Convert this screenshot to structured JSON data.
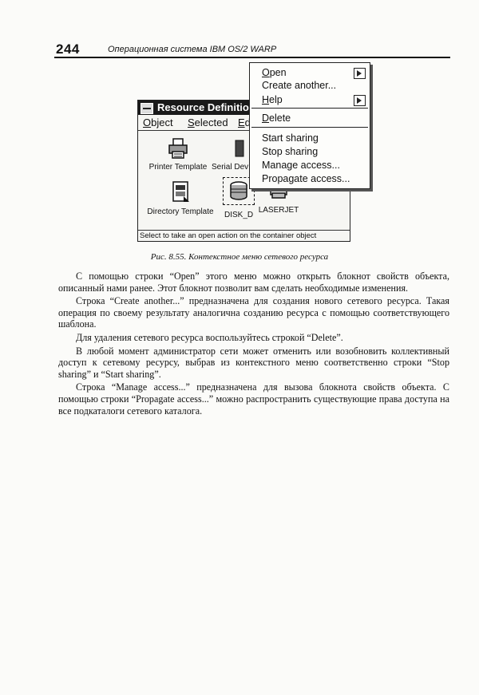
{
  "header": {
    "page_number": "244",
    "running_title": "Операционная система IBM OS/2 WARP"
  },
  "figure": {
    "window": {
      "title": "Resource Definitio",
      "menu": [
        "Object",
        "Selected",
        "Ed"
      ],
      "icons": [
        {
          "label": "Printer Template",
          "icon": "printer-icon"
        },
        {
          "label": "Serial Dev",
          "icon": "serial-device-icon"
        },
        {
          "label": "Directory Template",
          "icon": "directory-icon"
        },
        {
          "label": "DISK_D",
          "icon": "disk-icon"
        },
        {
          "label": "LASERJET",
          "icon": "printer-icon"
        }
      ],
      "status": "Select to take an open action on the container object"
    },
    "context_menu": {
      "open": "Open",
      "create_another": "Create another...",
      "help": "Help",
      "delete": "Delete",
      "start_sharing": "Start sharing",
      "stop_sharing": "Stop sharing",
      "manage_access": "Manage access...",
      "propagate_access": "Propagate access..."
    },
    "caption": "Рис. 8.55. Контекстное меню сетевого ресурса"
  },
  "paragraphs": [
    "С помощью строки “Open” этого меню можно открыть блокнот свойств объекта, описанный нами ранее. Этот блокнот позволит вам сделать необходимые изменения.",
    "Строка “Create another...” предназначена для создания нового сетевого ресурса. Такая операция по своему результату аналогична созданию ресурса с помощью соответствующего шаблона.",
    "Для удаления сетевого ресурса воспользуйтесь строкой “Delete”.",
    "В любой момент администратор сети может отменить или возобновить коллективный доступ к сетевому ресурсу, выбрав из контекстного меню соответственно строки “Stop sharing” и “Start sharing”.",
    "Строка “Manage access...” предназначена для вызова блокнота свойств объекта. С помощью строки “Propagate access...” можно распространить существующие права доступа на все подкаталоги сетевого каталога."
  ]
}
